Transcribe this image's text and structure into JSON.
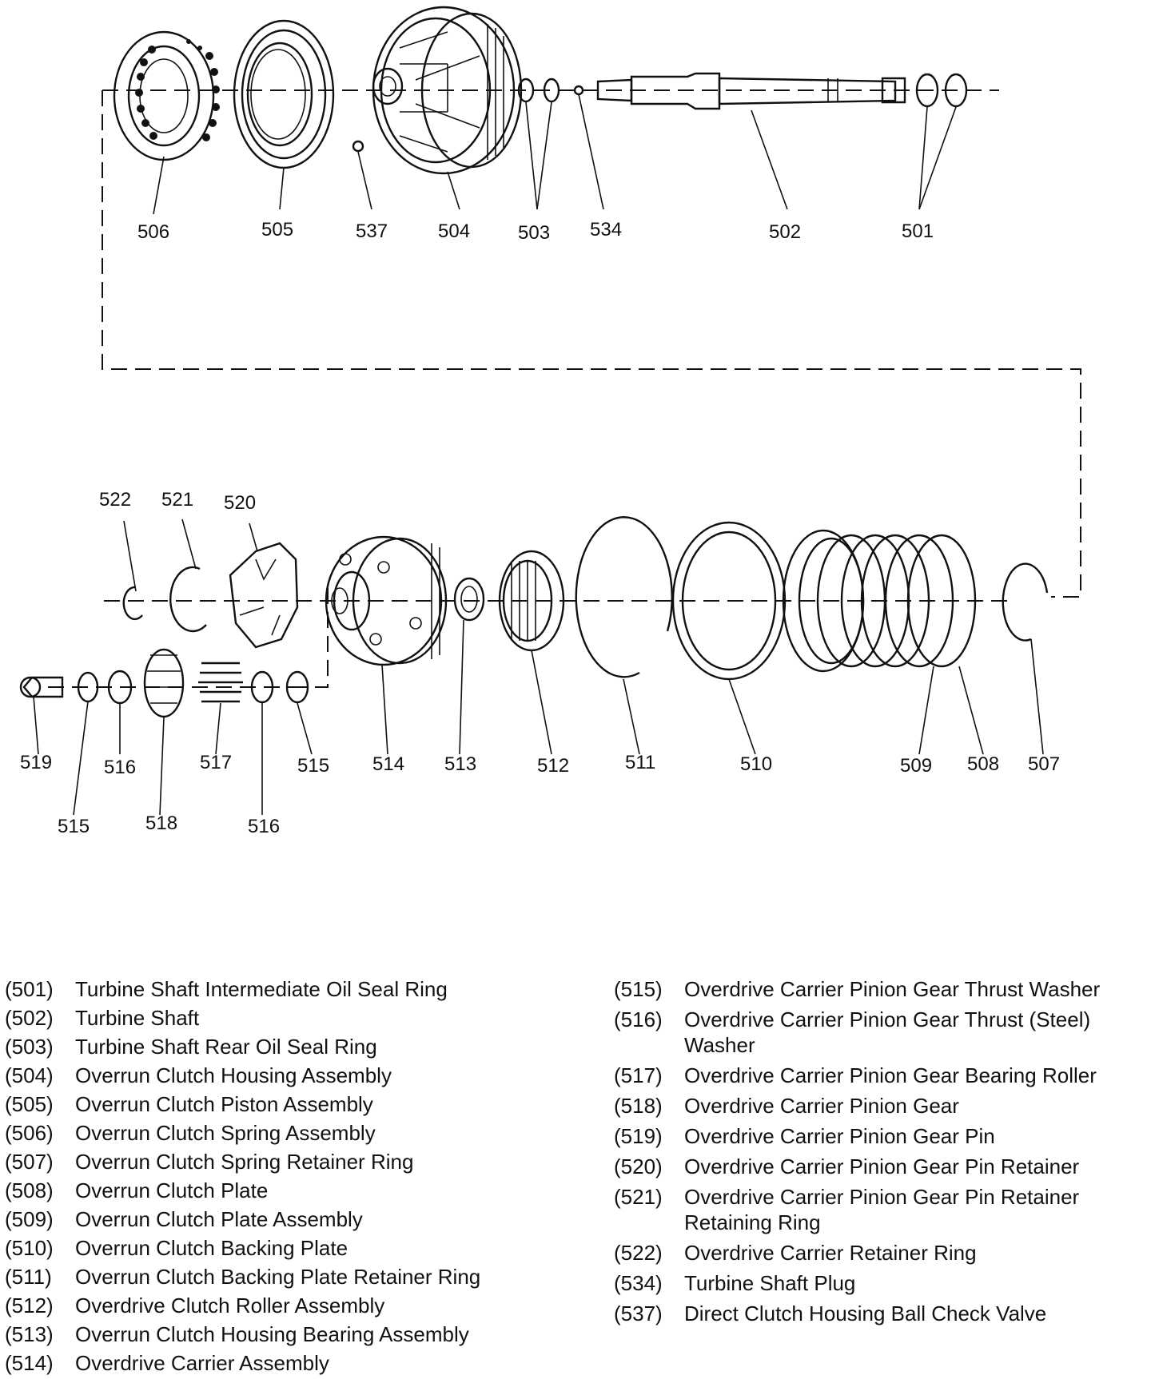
{
  "callouts": {
    "c506": "506",
    "c505": "505",
    "c537": "537",
    "c504": "504",
    "c503": "503",
    "c534": "534",
    "c502": "502",
    "c501": "501",
    "c522": "522",
    "c521": "521",
    "c520": "520",
    "c519": "519",
    "c516a": "516",
    "c517": "517",
    "c515a": "515",
    "c514": "514",
    "c513": "513",
    "c512": "512",
    "c511": "511",
    "c510": "510",
    "c509": "509",
    "c508": "508",
    "c507": "507",
    "c515b": "515",
    "c518": "518",
    "c516b": "516"
  },
  "legend": {
    "left": [
      {
        "num": "(501)",
        "desc": "Turbine Shaft Intermediate Oil Seal Ring"
      },
      {
        "num": "(502)",
        "desc": "Turbine Shaft"
      },
      {
        "num": "(503)",
        "desc": "Turbine Shaft Rear Oil Seal Ring"
      },
      {
        "num": "(504)",
        "desc": "Overrun Clutch Housing Assembly"
      },
      {
        "num": "(505)",
        "desc": "Overrun Clutch Piston Assembly"
      },
      {
        "num": "(506)",
        "desc": "Overrun Clutch Spring Assembly"
      },
      {
        "num": "(507)",
        "desc": "Overrun Clutch Spring Retainer Ring"
      },
      {
        "num": "(508)",
        "desc": "Overrun Clutch Plate"
      },
      {
        "num": "(509)",
        "desc": "Overrun Clutch Plate Assembly"
      },
      {
        "num": "(510)",
        "desc": "Overrun Clutch Backing Plate"
      },
      {
        "num": "(511)",
        "desc": "Overrun Clutch Backing Plate Retainer Ring"
      },
      {
        "num": "(512)",
        "desc": "Overdrive Clutch Roller Assembly"
      },
      {
        "num": "(513)",
        "desc": "Overrun Clutch Housing Bearing Assembly"
      },
      {
        "num": "(514)",
        "desc": "Overdrive Carrier Assembly"
      }
    ],
    "right": [
      {
        "num": "(515)",
        "desc": "Overdrive Carrier Pinion Gear Thrust Washer"
      },
      {
        "num": "(516)",
        "desc": "Overdrive Carrier Pinion Gear Thrust (Steel) Washer"
      },
      {
        "num": "(517)",
        "desc": "Overdrive Carrier Pinion Gear Bearing Roller"
      },
      {
        "num": "(518)",
        "desc": "Overdrive Carrier Pinion Gear"
      },
      {
        "num": "(519)",
        "desc": "Overdrive Carrier Pinion Gear Pin"
      },
      {
        "num": "(520)",
        "desc": "Overdrive Carrier Pinion Gear Pin Retainer"
      },
      {
        "num": "(521)",
        "desc": "Overdrive Carrier Pinion Gear Pin Retainer Retaining Ring"
      },
      {
        "num": "(522)",
        "desc": "Overdrive Carrier Retainer Ring"
      },
      {
        "num": "(534)",
        "desc": "Turbine Shaft Plug"
      },
      {
        "num": "(537)",
        "desc": "Direct Clutch Housing Ball Check Valve"
      }
    ]
  }
}
